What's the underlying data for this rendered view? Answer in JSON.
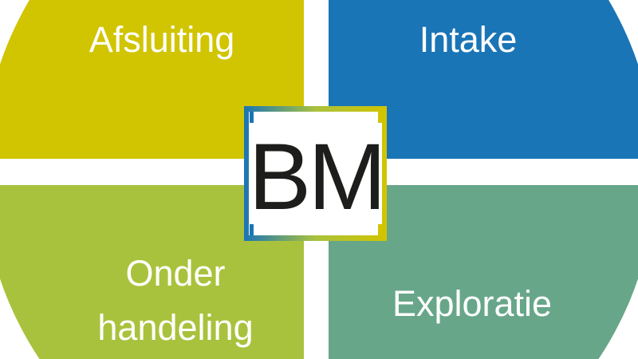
{
  "diagram": {
    "quadrants": [
      {
        "id": "afsluiting",
        "lines": [
          "Afsluiting"
        ],
        "color": "#d1c400"
      },
      {
        "id": "intake",
        "lines": [
          "Intake"
        ],
        "color": "#1a75b6"
      },
      {
        "id": "onderhandeling",
        "lines": [
          "Onder",
          "handeling"
        ],
        "color": "#a9c23d"
      },
      {
        "id": "exploratie",
        "lines": [
          "Exploratie"
        ],
        "color": "#68a689"
      }
    ],
    "logo": {
      "text": "BM"
    }
  }
}
